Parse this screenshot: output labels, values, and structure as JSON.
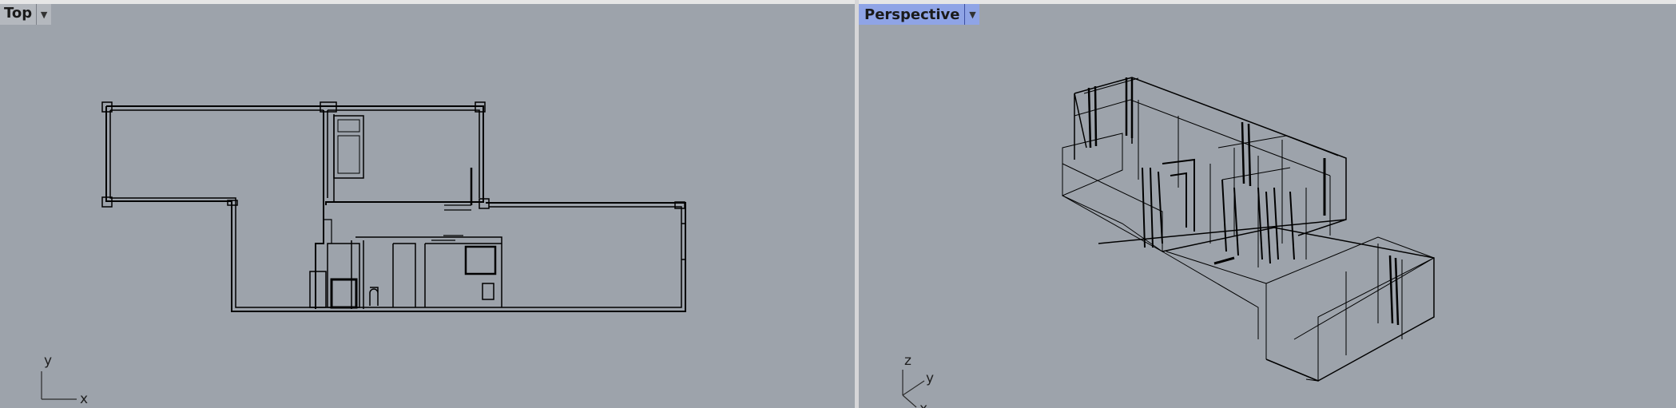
{
  "viewports": {
    "top": {
      "label": "Top",
      "axis_x": "x",
      "axis_y": "y"
    },
    "perspective": {
      "label": "Perspective",
      "axis_x": "x",
      "axis_y": "y",
      "axis_z": "z"
    }
  },
  "icons": {
    "dropdown": "caret-down-icon"
  },
  "colors": {
    "viewport_bg": "#9da3ab",
    "active_tab": "#8fa4e6",
    "inactive_tab": "#b4b8be",
    "wire": "#000000"
  }
}
